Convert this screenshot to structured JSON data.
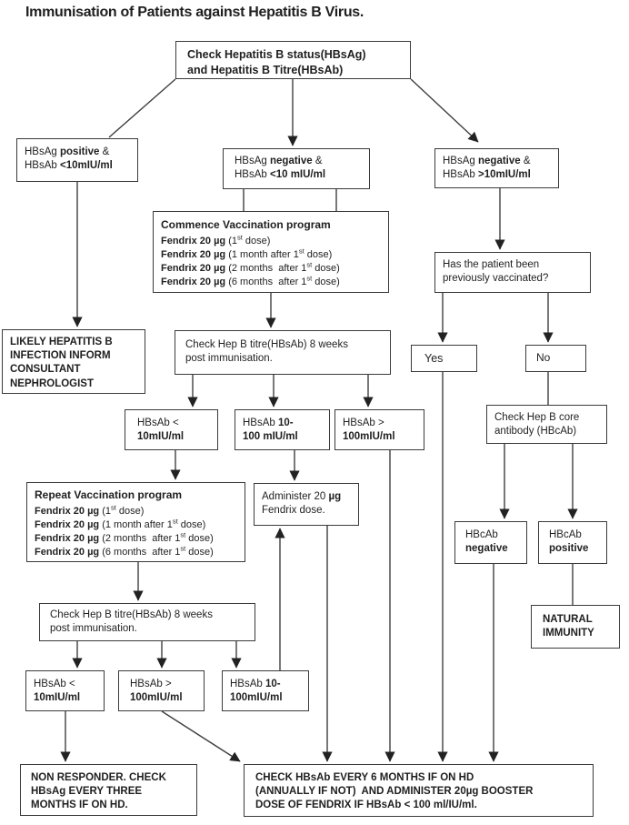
{
  "title": "Immunisation of Patients against Hepatitis B Virus.",
  "nodes": {
    "check_status": {
      "l1": "Check Hepatitis B status(HBsAg)",
      "l2": "and Hepatitis B Titre(HBsAb)"
    },
    "hbsag_positive": {
      "t1": "HBsAg ",
      "b1": "positive",
      "t2": " &",
      "t3": "HBsAb ",
      "b2": "<10mIU/ml"
    },
    "hbsag_negative_low": {
      "t1": "HBsAg ",
      "b1": "negative",
      "t2": " &",
      "t3": "HBsAb ",
      "b2": "<10 mIU/ml"
    },
    "hbsag_negative_high": {
      "t1": "HBsAg ",
      "b1": "negative",
      "t2": " &",
      "t3": "HBsAb ",
      "b2": ">10mIU/ml"
    },
    "commence": {
      "title": "Commence Vaccination program"
    },
    "repeat": {
      "title": "Repeat Vaccination program"
    },
    "prev_vaccinated": {
      "l1": "Has the patient been",
      "l2": "previously vaccinated?"
    },
    "likely_hep_b": {
      "l1": "LIKELY HEPATITIS B",
      "l2": "INFECTION INFORM",
      "l3": "CONSULTANT",
      "l4": "NEPHROLOGIST"
    },
    "check_titre_1": {
      "l1": "Check Hep B titre(HBsAb) 8 weeks",
      "l2": "post immunisation."
    },
    "yes": {
      "label": "Yes"
    },
    "no": {
      "label": "No"
    },
    "r1_low": {
      "t": "HBsAb <",
      "b": "10mIU/ml"
    },
    "r1_mid": {
      "t": "HBsAb ",
      "b1": "10-",
      "b2": "100 mIU/ml"
    },
    "r1_high": {
      "t": "HBsAb >",
      "b": "100mIU/ml"
    },
    "check_core": {
      "l1": "Check Hep B core",
      "l2": "antibody (HBcAb)"
    },
    "administer": {
      "t1": "Administer 20 ",
      "b1": "µg",
      "l2": "Fendrix dose."
    },
    "hbcab_negative": {
      "t": "HBcAb",
      "b": "negative"
    },
    "hbcab_positive": {
      "t": "HBcAb",
      "b": "positive"
    },
    "check_titre_2": {
      "l1": "Check Hep B titre(HBsAb) 8 weeks",
      "l2": "post immunisation."
    },
    "natural_immunity": {
      "l1": "NATURAL",
      "l2": "IMMUNITY"
    },
    "r2_low": {
      "t": "HBsAb <",
      "b": "10mIU/ml"
    },
    "r2_high": {
      "t": "HBsAb >",
      "b": "100mIU/ml"
    },
    "r2_mid": {
      "t": "HBsAb ",
      "b1": "10-",
      "b2": "100mIU/ml"
    },
    "non_responder": {
      "l1": "NON RESPONDER. CHECK",
      "l2": "HBsAg EVERY THREE",
      "l3": "MONTHS IF ON HD."
    },
    "check_every": {
      "l1": "CHECK HBsAb EVERY 6 MONTHS IF ON HD",
      "l2": "(ANNUALLY IF NOT)  AND ADMINISTER 20µg BOOSTER",
      "l3": "DOSE OF FENDRIX IF HBsAb < 100 ml/IU/ml."
    }
  },
  "schedule": [
    {
      "drug": "Fendrix 20 µg",
      "pre": " (1",
      "sup": "st",
      "post": " dose)"
    },
    {
      "drug": "Fendrix 20 µg",
      "pre": " (1 month after 1",
      "sup": "st",
      "post": " dose)"
    },
    {
      "drug": "Fendrix 20 µg",
      "pre": " (2 months  after 1",
      "sup": "st",
      "post": " dose)"
    },
    {
      "drug": "Fendrix 20 µg",
      "pre": " (6 months  after 1",
      "sup": "st",
      "post": " dose)"
    }
  ],
  "colors": {
    "line": "#3f3f3f",
    "border": "#3a3a3a",
    "text": "#1f1f1f"
  }
}
